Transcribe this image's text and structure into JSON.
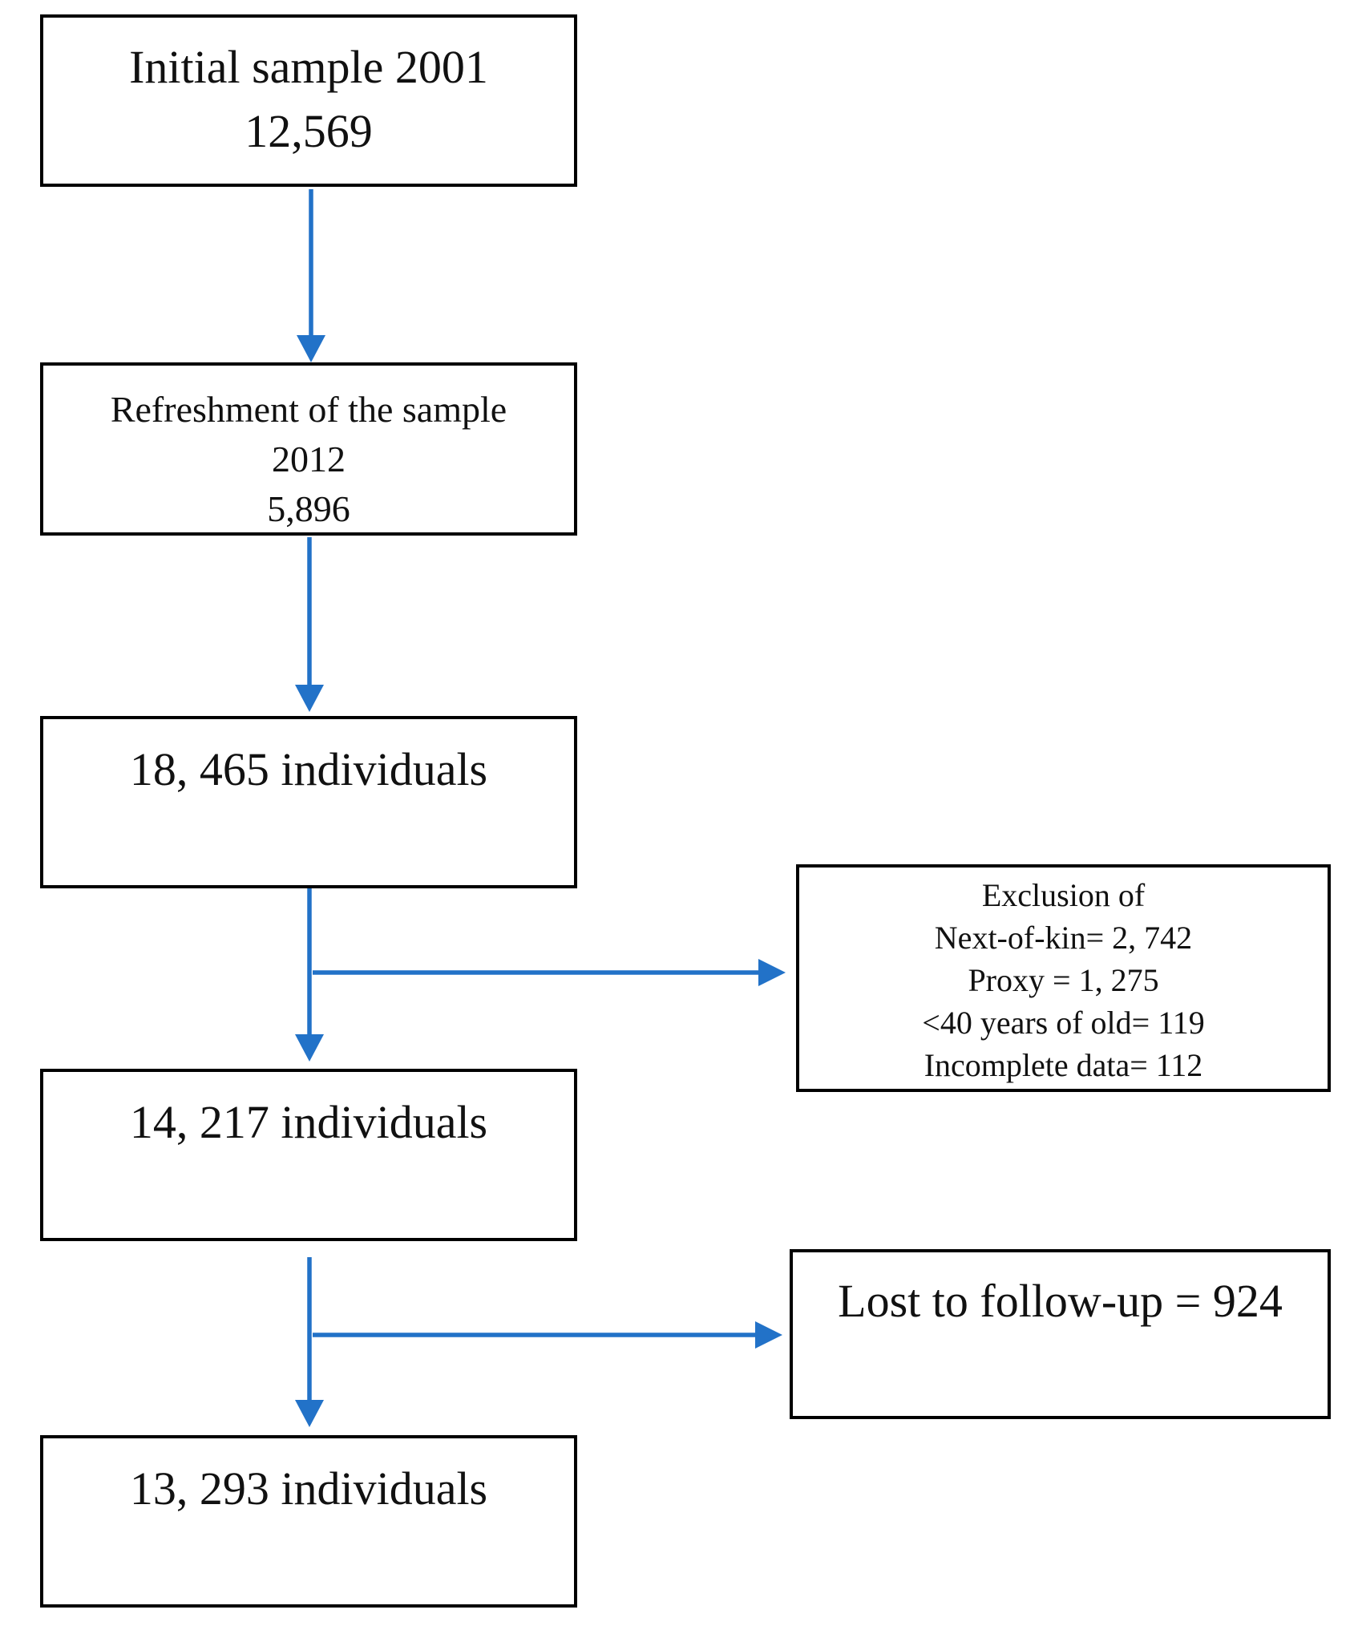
{
  "title": "Study participant flow diagram",
  "colors": {
    "arrow_blue": "#2272C8",
    "box_border": "#000000",
    "text": "#111111",
    "background": "#ffffff"
  },
  "flowchart": {
    "main_column": [
      {
        "id": "initial-sample",
        "lines": [
          "Initial sample 2001",
          "12,569"
        ]
      },
      {
        "id": "refreshment-sample",
        "lines": [
          "Refreshment of the sample",
          "2012",
          "5,896"
        ]
      },
      {
        "id": "individuals-18465",
        "lines": [
          "18, 465 individuals"
        ]
      },
      {
        "id": "individuals-14217",
        "lines": [
          "14, 217 individuals"
        ]
      },
      {
        "id": "individuals-13293",
        "lines": [
          "13, 293 individuals"
        ]
      }
    ],
    "side_boxes": [
      {
        "id": "exclusion",
        "lines": [
          "Exclusion of",
          "Next-of-kin= 2, 742",
          "Proxy = 1, 275",
          "<40 years of old= 119",
          "Incomplete data= 112"
        ]
      },
      {
        "id": "lost-to-follow-up",
        "lines": [
          "Lost to follow-up = 924"
        ]
      }
    ],
    "edges": [
      {
        "from": "initial-sample",
        "to": "refreshment-sample",
        "direction": "down"
      },
      {
        "from": "refreshment-sample",
        "to": "individuals-18465",
        "direction": "down"
      },
      {
        "from": "individuals-18465",
        "to": "individuals-14217",
        "direction": "down"
      },
      {
        "from": "individuals-18465",
        "to": "exclusion",
        "direction": "right"
      },
      {
        "from": "individuals-14217",
        "to": "individuals-13293",
        "direction": "down"
      },
      {
        "from": "individuals-14217",
        "to": "lost-to-follow-up",
        "direction": "right"
      }
    ]
  }
}
